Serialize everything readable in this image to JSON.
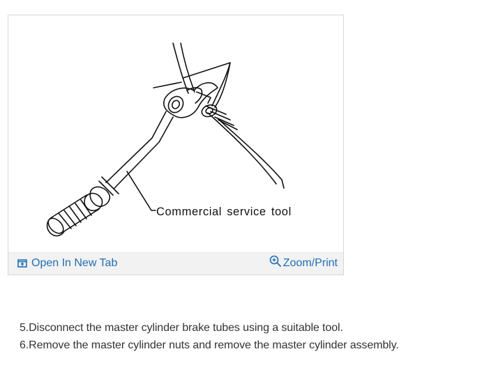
{
  "figure": {
    "callout_label": "Commercial  service  tool",
    "toolbar": {
      "open_new_tab_label": "Open In New Tab",
      "zoom_print_label": "Zoom/Print"
    },
    "icons": {
      "open_new_tab": "open-in-new-tab-icon",
      "zoom_print": "zoom-in-icon"
    }
  },
  "steps": [
    {
      "number": "5.",
      "text": "Disconnect the master cylinder brake tubes using a suitable tool."
    },
    {
      "number": "6.",
      "text": "Remove the master cylinder nuts and remove the master cylinder assembly."
    }
  ],
  "colors": {
    "link": "#1f6fb5",
    "toolbar_bg": "#f2f2f2",
    "card_border": "#d6d6d6",
    "body_text": "#333333"
  }
}
